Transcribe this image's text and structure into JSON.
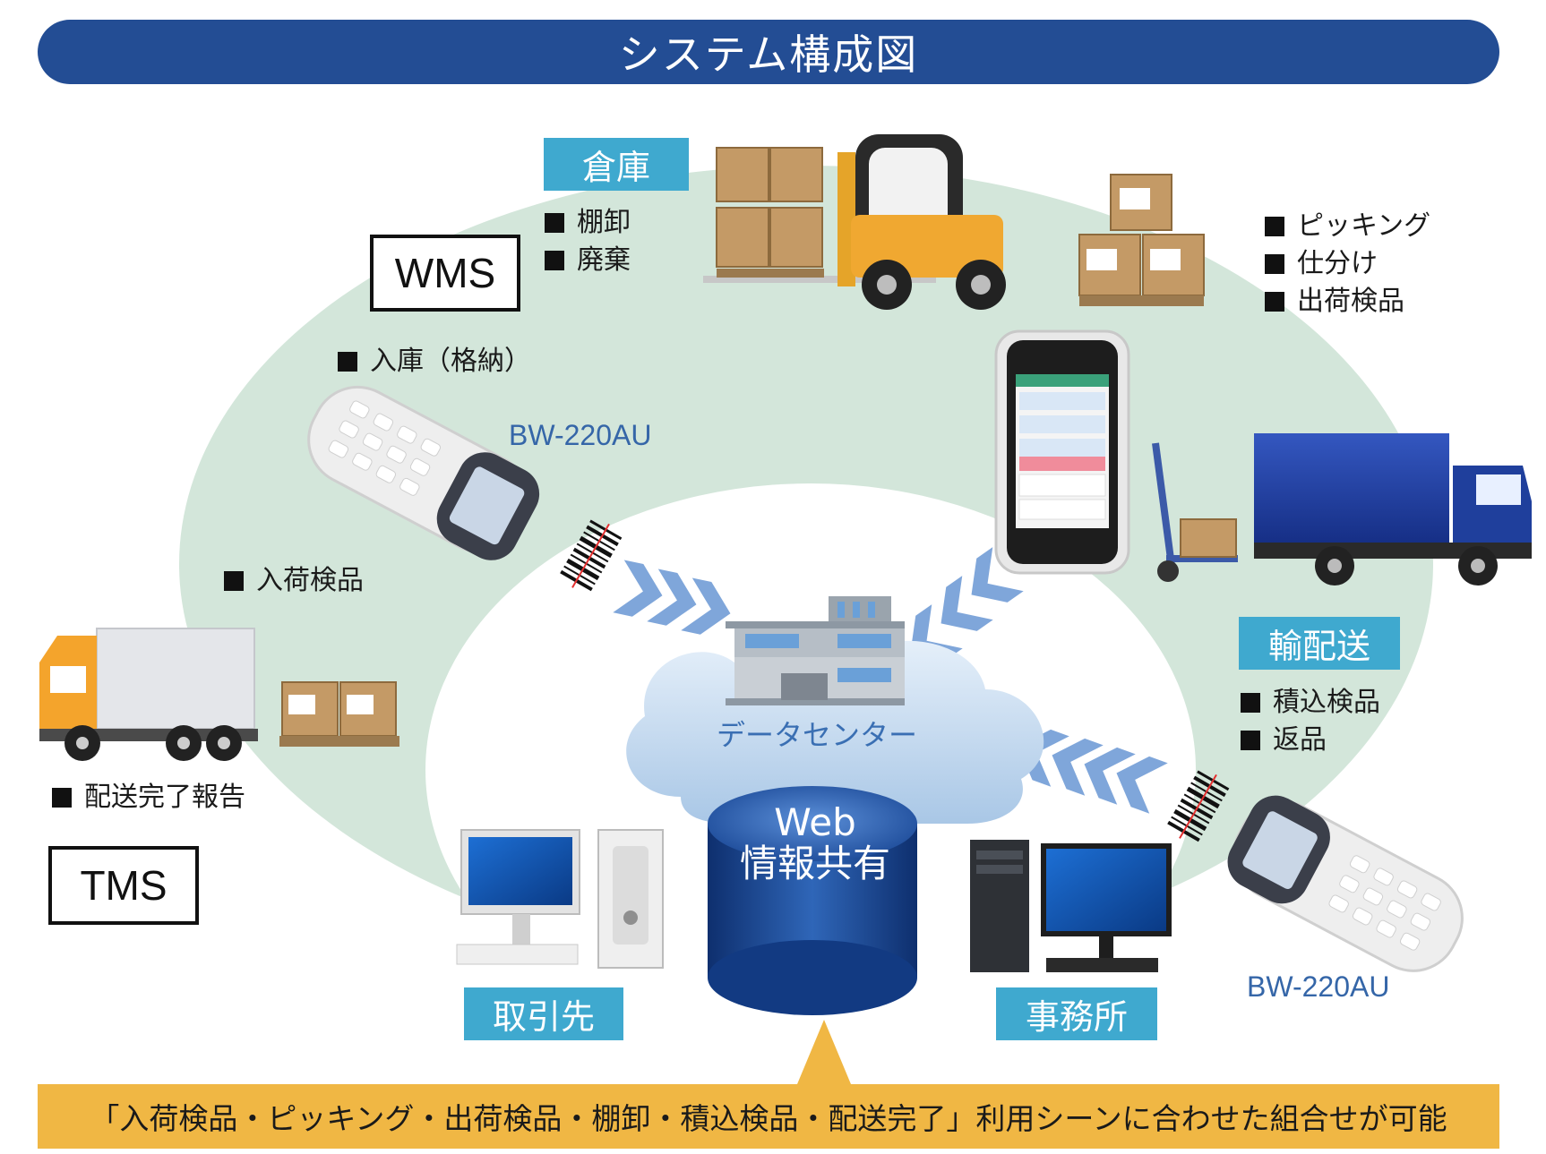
{
  "title": "システム構成図",
  "colors": {
    "banner": "#234d94",
    "tag_label": "#3fa9cf",
    "ellipse": "#d3e6da",
    "bottom_bar": "#f0b744",
    "model_text": "#3566a8"
  },
  "systems": {
    "wms": "WMS",
    "tms": "TMS"
  },
  "locations": {
    "warehouse": "倉庫",
    "delivery": "輸配送",
    "client": "取引先",
    "office": "事務所"
  },
  "tasks": {
    "warehouse": [
      "棚卸",
      "廃棄"
    ],
    "shipping": [
      "ピッキング",
      "仕分け",
      "出荷検品"
    ],
    "storage": "入庫（格納）",
    "receiving": "入荷検品",
    "delivery": [
      "積込検品",
      "返品"
    ],
    "delivery_report": "配送完了報告"
  },
  "devices": {
    "scanner_top": "BW-220AU",
    "scanner_bottom": "BW-220AU"
  },
  "center": {
    "datacenter": "データセンター",
    "web_line1": "Web",
    "web_line2": "情報共有"
  },
  "footer": "「入荷検品・ピッキング・出荷検品・棚卸・積込検品・配送完了」利用シーンに合わせた組合せが可能",
  "icons": [
    "forklift-icon",
    "boxes-icon",
    "pallet-icon",
    "smartphone-icon",
    "hand-truck-icon",
    "blue-truck-icon",
    "orange-truck-icon",
    "handheld-scanner-icon",
    "barcode-icon",
    "arrow-chevrons-icon",
    "cloud-icon",
    "building-icon",
    "database-icon",
    "desktop-pc-icon"
  ]
}
